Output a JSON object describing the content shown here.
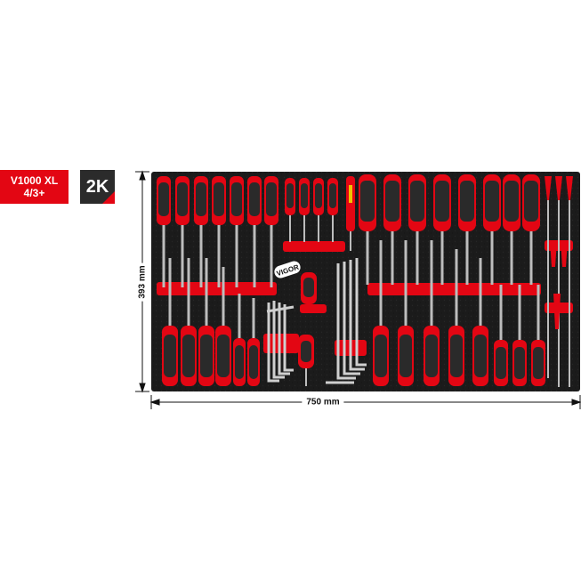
{
  "badges": {
    "model_line1": "V1000 XL",
    "model_line2": "4/3+",
    "material": "2K"
  },
  "dimensions": {
    "height": "393 mm",
    "width": "750 mm"
  },
  "brand": {
    "logo_text": "VIGOR"
  },
  "colors": {
    "accent": "#e30613",
    "foam": "#1b1b1b",
    "handle_dark": "#2a2a2a"
  }
}
